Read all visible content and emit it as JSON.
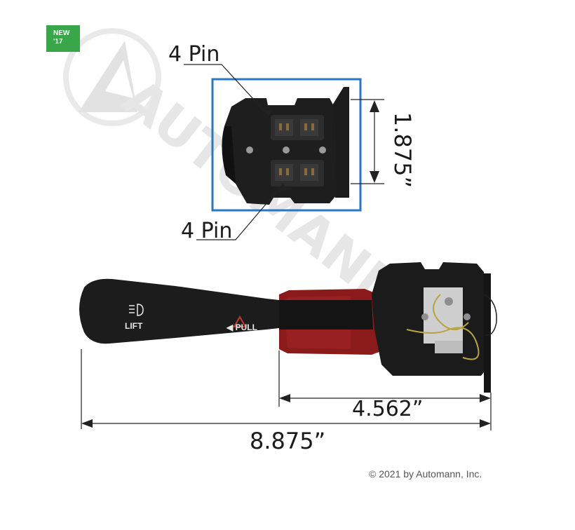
{
  "badge": {
    "line1": "NEW",
    "line2": "'17"
  },
  "labels": {
    "pin_top": "4 Pin",
    "pin_bottom": "4 Pin",
    "height_dim": "1.875”",
    "short_dim": "4.562”",
    "long_dim": "8.875”"
  },
  "handle": {
    "lift_label": "LIFT",
    "pull_label": "◀ PULL"
  },
  "copyright": "© 2021 by Automann, Inc.",
  "colors": {
    "highlight_box": "#2a78c2",
    "badge": "#3aa64a",
    "knob": "#1c1c1c",
    "red_housing": "#8b1a1a"
  }
}
